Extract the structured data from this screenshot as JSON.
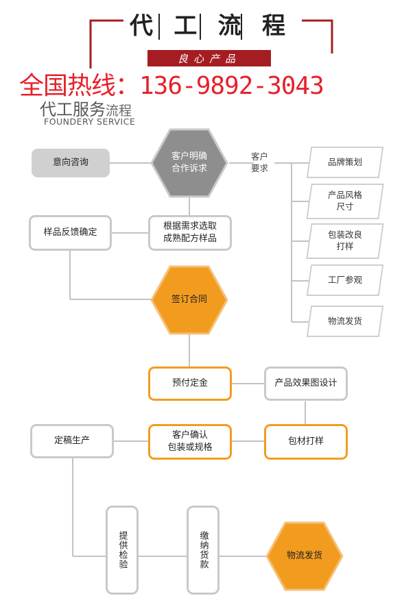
{
  "header": {
    "title_chars": [
      "代",
      "工",
      "流",
      "程"
    ],
    "banner": "良心产品",
    "hotline": "全国热线：136-9892-3043"
  },
  "section": {
    "title_cn_bold": "代工服务",
    "title_cn_light": "流程",
    "title_en": "FOUNDERY SERVICE"
  },
  "colors": {
    "orange": "#f29c1f",
    "gray_hex": "#8e8e8e",
    "red": "#e8202a",
    "banner": "#a51d21"
  },
  "flow": {
    "inquiry": "意向咨询",
    "client_demand": "客户明确\n合作诉求",
    "client_req_label": "客户\n要求",
    "select_sample": "根据需求选取\n成熟配方样品",
    "sample_feedback": "样品反馈确定",
    "sign_contract": "签订合同",
    "deposit": "预付定金",
    "design": "产品效果图设计",
    "confirm_pack": "客户确认\n包装或规格",
    "pack_sample": "包材打样",
    "production": "定稿生产",
    "inspection": "提供检验",
    "payment": "缴纳货款",
    "shipping": "物流发货"
  },
  "requirements": [
    "品牌策划",
    "产品风格\n尺寸",
    "包装改良\n打样",
    "工厂参观",
    "物流发货"
  ]
}
